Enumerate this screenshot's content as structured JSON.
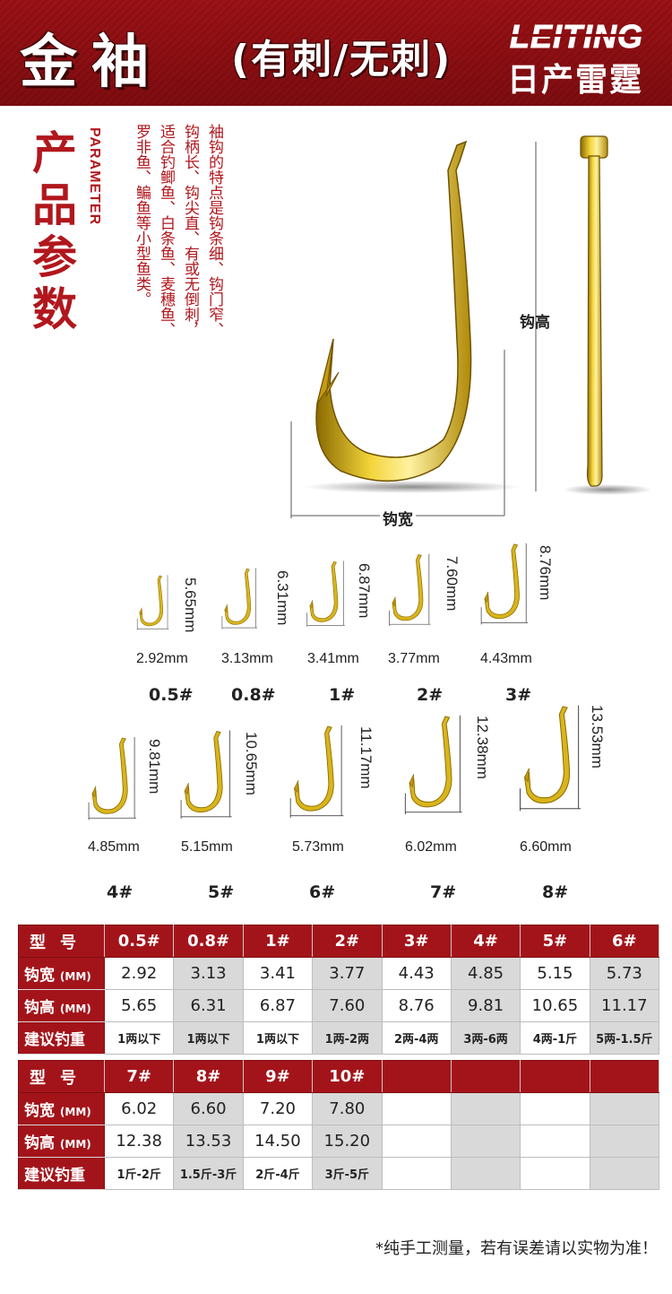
{
  "header": {
    "title": "金袖",
    "subtitle": "(有刺/无刺)",
    "brand_en": "LEITING",
    "brand_cn": "日产雷霆"
  },
  "parameter": {
    "title_chars": [
      "产",
      "品",
      "参",
      "数"
    ],
    "title_en": "PARAMETER",
    "description_columns": [
      "袖钩的特点是钩条细、钩门窄、",
      "钩柄长、钩尖直、有或无倒刺，",
      "适合钓鲫鱼、白条鱼、麦穗鱼、",
      "罗非鱼、鳊鱼等小型鱼类。"
    ]
  },
  "main_illustration": {
    "height_label": "钩高",
    "width_label": "钩宽"
  },
  "sizes": [
    {
      "label": "0.5#",
      "width": "2.92mm",
      "height": "5.65mm"
    },
    {
      "label": "0.8#",
      "width": "3.13mm",
      "height": "6.31mm"
    },
    {
      "label": "1#",
      "width": "3.41mm",
      "height": "6.87mm"
    },
    {
      "label": "2#",
      "width": "3.77mm",
      "height": "7.60mm"
    },
    {
      "label": "3#",
      "width": "4.43mm",
      "height": "8.76mm"
    },
    {
      "label": "4#",
      "width": "4.85mm",
      "height": "9.81mm"
    },
    {
      "label": "5#",
      "width": "5.15mm",
      "height": "10.65mm"
    },
    {
      "label": "6#",
      "width": "5.73mm",
      "height": "11.17mm"
    },
    {
      "label": "7#",
      "width": "6.02mm",
      "height": "12.38mm"
    },
    {
      "label": "8#",
      "width": "6.60mm",
      "height": "13.53mm"
    }
  ],
  "table": {
    "row_labels": {
      "model": "型号",
      "width": "钩宽",
      "height": "钩高",
      "unit": "(MM)",
      "weight": "建议钓重"
    },
    "block1": {
      "models": [
        "0.5#",
        "0.8#",
        "1#",
        "2#",
        "3#",
        "4#",
        "5#",
        "6#"
      ],
      "widths": [
        "2.92",
        "3.13",
        "3.41",
        "3.77",
        "4.43",
        "4.85",
        "5.15",
        "5.73"
      ],
      "heights": [
        "5.65",
        "6.31",
        "6.87",
        "7.60",
        "8.76",
        "9.81",
        "10.65",
        "11.17"
      ],
      "weights": [
        "1两以下",
        "1两以下",
        "1两以下",
        "1两-2两",
        "2两-4两",
        "3两-6两",
        "4两-1斤",
        "5两-1.5斤"
      ]
    },
    "block2": {
      "models": [
        "7#",
        "8#",
        "9#",
        "10#",
        "",
        "",
        "",
        ""
      ],
      "widths": [
        "6.02",
        "6.60",
        "7.20",
        "7.80",
        "",
        "",
        "",
        ""
      ],
      "heights": [
        "12.38",
        "13.53",
        "14.50",
        "15.20",
        "",
        "",
        "",
        ""
      ],
      "weights": [
        "1斤-2斤",
        "1.5斤-3斤",
        "2斤-4斤",
        "3斤-5斤",
        "",
        "",
        "",
        ""
      ]
    }
  },
  "note": "*纯手工测量，若有误差请以实物为准！",
  "colors": {
    "brand_red": "#a3141a",
    "gold": "#d9b51a",
    "shade": "#d9d9d9"
  }
}
